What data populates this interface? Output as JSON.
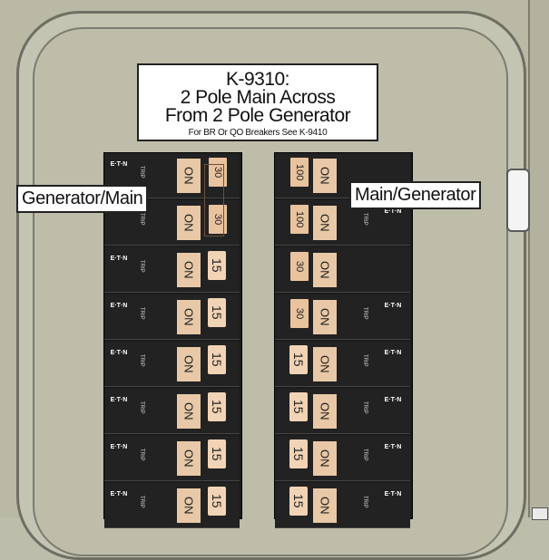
{
  "title": {
    "lines": [
      "K-9310:",
      "2 Pole Main Across",
      "From 2 Pole Generator"
    ],
    "note": "For BR Or QO Breakers See K-9410"
  },
  "labels": {
    "left": "Generator/Main",
    "right": "Main/Generator"
  },
  "breaker_text": {
    "on": "ON",
    "trip": "TRIP",
    "brand": "E·T·N"
  },
  "left_column": {
    "main_pair": [
      "30",
      "30"
    ],
    "singles": [
      "15",
      "15",
      "15",
      "15",
      "15",
      "15"
    ]
  },
  "right_column": {
    "main_pair": [
      "100",
      "100"
    ],
    "second_pair": [
      "30",
      "30"
    ],
    "singles": [
      "15",
      "15",
      "15",
      "15"
    ]
  },
  "colors": {
    "panel": "#bdbdab",
    "breaker_body": "#222222",
    "handle": "#e6bc9a"
  }
}
